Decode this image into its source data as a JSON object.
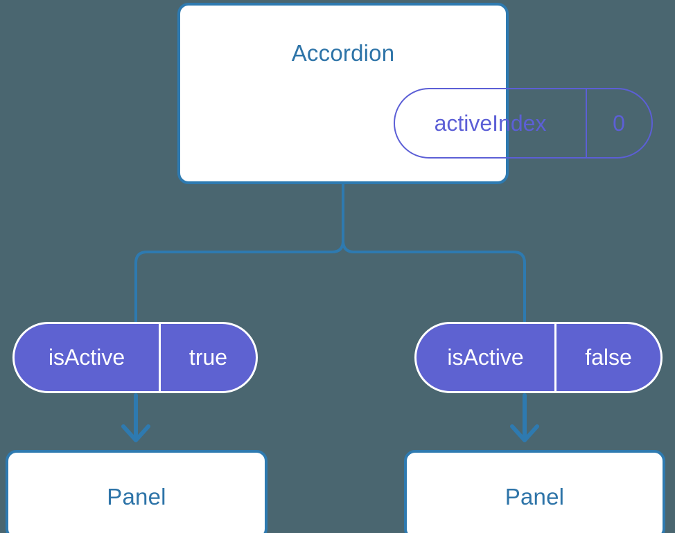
{
  "diagram": {
    "background_color": "#4a6670",
    "component_border_color": "#2e7ab0",
    "component_title_color": "#2e74a8",
    "state_pill_color": "#5c5fd6",
    "prop_pill_fill_color": "#5e62d1",
    "connector_color": "#2e7ab0",
    "arrow_color": "#2e7ab0"
  },
  "root": {
    "title": "Accordion",
    "state": {
      "key": "activeIndex",
      "value": "0"
    }
  },
  "branches": [
    {
      "prop": {
        "key": "isActive",
        "value": "true"
      },
      "child": {
        "title": "Panel"
      }
    },
    {
      "prop": {
        "key": "isActive",
        "value": "false"
      },
      "child": {
        "title": "Panel"
      }
    }
  ]
}
